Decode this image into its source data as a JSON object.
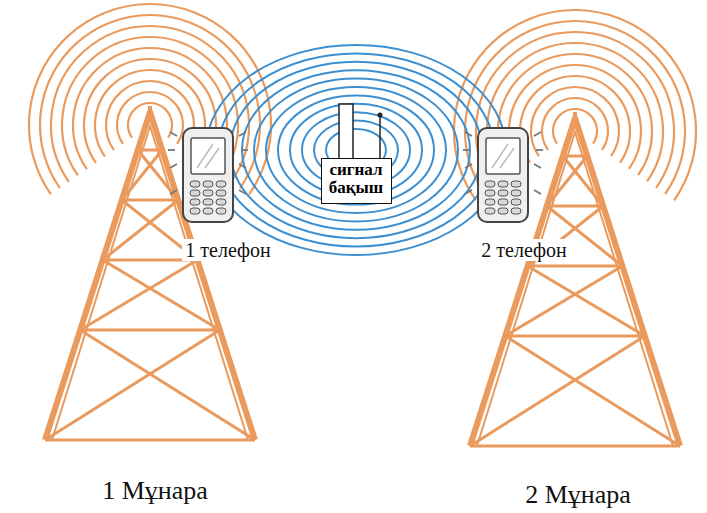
{
  "diagram": {
    "nodes": [
      {
        "text": [
          "сигнал бақыш"
        ]
      }
    ],
    "labels": [
      "1 телефон",
      "2 телефон",
      "1 Мұнара",
      "2 Мұнара"
    ]
  }
}
